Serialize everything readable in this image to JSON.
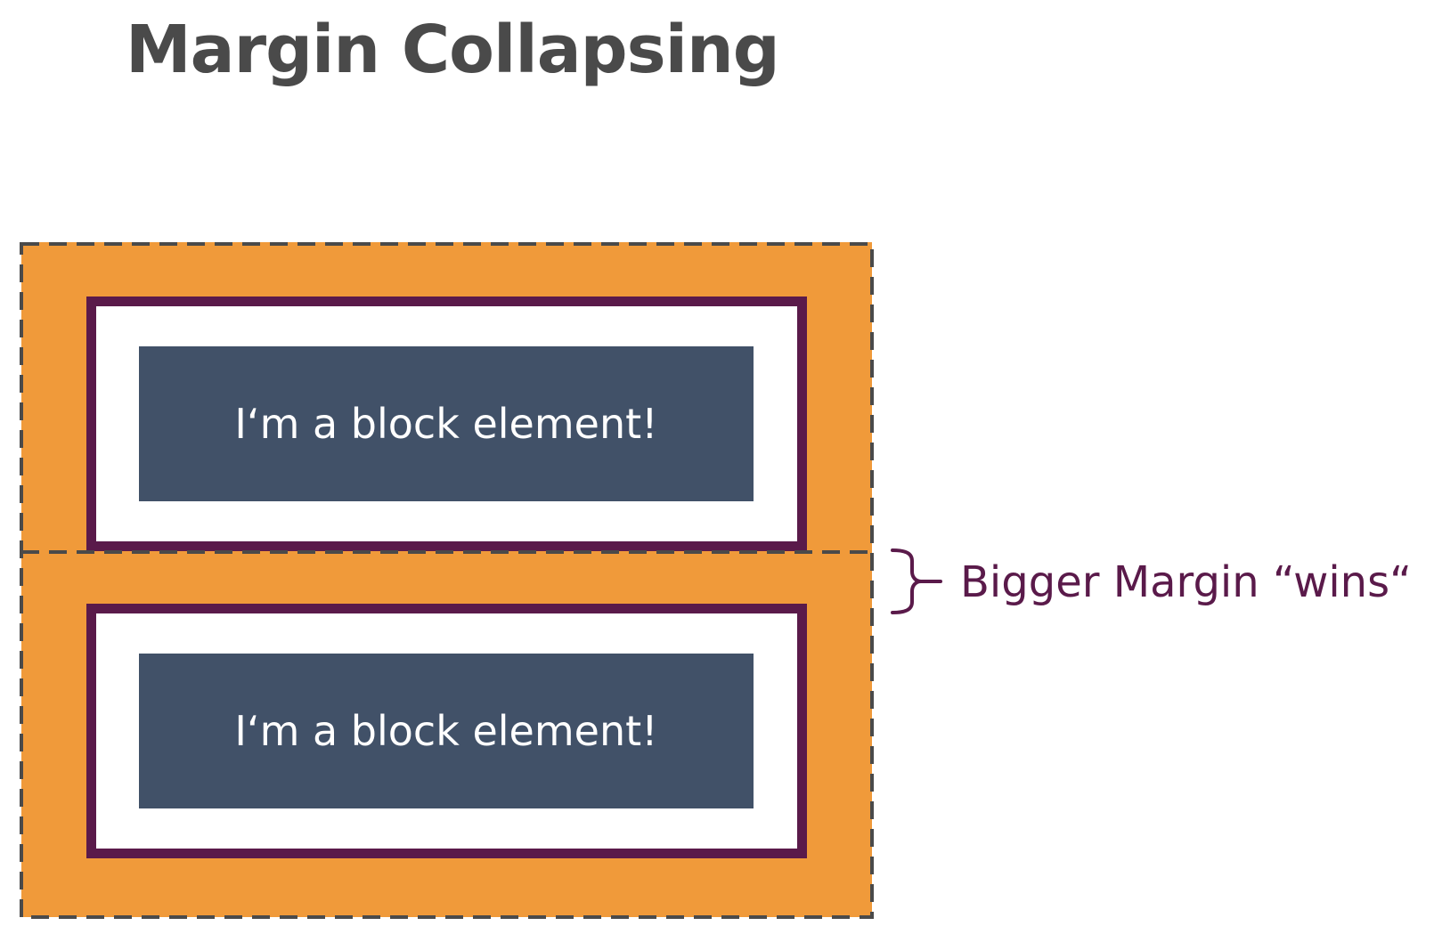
{
  "title": "Margin Collapsing",
  "blocks": [
    {
      "label": "I‘m a block element!"
    },
    {
      "label": "I‘m a block element!"
    }
  ],
  "annotation": {
    "text": "Bigger Margin “wins“"
  },
  "colors": {
    "margin": "#f09a3a",
    "border": "#5a1a4a",
    "padding": "#ffffff",
    "content": "#415168",
    "outline": "#4a4a4a",
    "title": "#4a4a4a"
  },
  "icons": {
    "brace": "curly-brace-icon"
  }
}
